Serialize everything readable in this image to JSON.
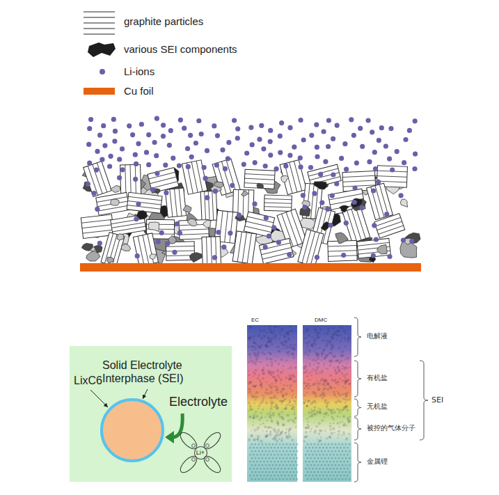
{
  "diagram": {
    "nodes": [
      {
        "text": [
          "LixC6",
          "Solid Electrolyte Interphase (SEI)",
          "Electrolyte"
        ]
      },
      {
        "text": [
          "Li+"
        ],
        "in": 0
      }
    ],
    "labels": [
      "EC",
      "DMC",
      "电解液",
      "有机盐",
      "无机盐",
      "被控的气体分子",
      "金属锂",
      "SEI"
    ],
    "legend": [
      {
        "text": "graphite particles"
      },
      {
        "text": "various SEI components"
      },
      {
        "text": "Li-ions"
      },
      {
        "text": "Cu foil",
        "color": "#e8630f"
      }
    ]
  }
}
